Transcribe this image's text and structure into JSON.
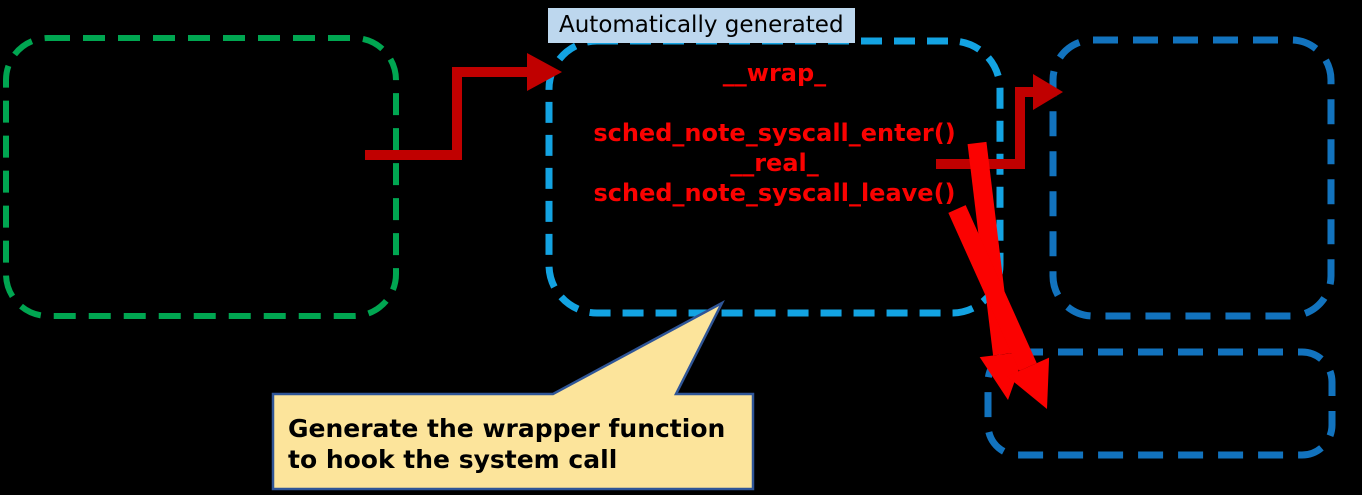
{
  "diagram": {
    "title": "syscall wrapper generation diagram"
  },
  "colors": {
    "background": "#000000",
    "green_dash": "#00A651",
    "cyan_dash": "#13A3E2",
    "blue_dash": "#1273BE",
    "dark_red_arrow": "#C00000",
    "bright_red_arrow": "#FB0201",
    "red_text": "#FB0201",
    "label_bg": "#BDD7EE",
    "label_text": "#000000",
    "callout_fill": "#FCE49B",
    "callout_border": "#2F5597",
    "callout_text": "#000000"
  },
  "generated_label": {
    "text": "Automatically generated"
  },
  "wrapper_box": {
    "lines": [
      "__wrap_",
      "",
      "sched_note_syscall_enter()",
      "__real_",
      "sched_note_syscall_leave()"
    ]
  },
  "callout": {
    "line1": "Generate the wrapper function",
    "line2": "to hook the system call"
  }
}
